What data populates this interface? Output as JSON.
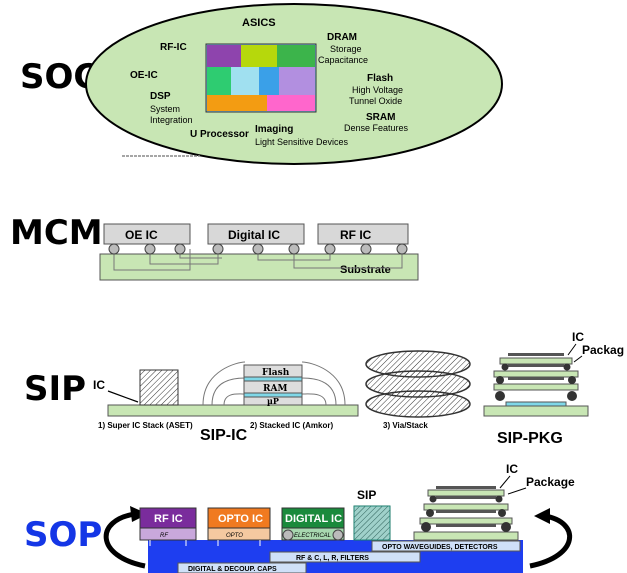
{
  "rows": {
    "soc": {
      "title": "SOC",
      "labels": {
        "asics": "ASICS",
        "rf_ic": "RF-IC",
        "dram": "DRAM",
        "dram_sub1": "Storage",
        "dram_sub2": "Capacitance",
        "oe_ic": "OE-IC",
        "flash": "Flash",
        "flash_sub1": "High Voltage",
        "flash_sub2": "Tunnel Oxide",
        "dsp": "DSP",
        "dsp_sub1": "System",
        "dsp_sub2": "Integration",
        "sram": "SRAM",
        "sram_sub": "Dense Features",
        "u_processor": "U Processor",
        "imaging": "Imaging",
        "imaging_sub": "Light Sensitive Devices"
      }
    },
    "mcm": {
      "title": "MCM",
      "chips": [
        "OE IC",
        "Digital IC",
        "RF IC"
      ],
      "substrate": "Substrate"
    },
    "sip": {
      "title": "SIP",
      "ic_label": "IC",
      "stack_labels": {
        "flash": "Flash",
        "ram": "RAM",
        "up": "µP"
      },
      "captions": [
        "1) Super IC Stack (ASET)",
        "2) Stacked IC (Amkor)",
        "3) Via/Stack"
      ],
      "group1": "SIP-IC",
      "group2": "SIP-PKG",
      "pkg_ic": "IC",
      "pkg_label": "Packag"
    },
    "sop": {
      "title": "SOP",
      "chips": [
        "RF IC",
        "OPTO IC",
        "DIGITAL IC"
      ],
      "chip_sub": [
        "RF",
        "OPTO",
        "ELECTRICAL"
      ],
      "sip_label": "SIP",
      "ic_label": "IC",
      "package_label": "Package",
      "layers": [
        "OPTO WAVEGUIDES, DETECTORS",
        "RF & C, L, R, FILTERS",
        "DIGITAL & DECOUP. CAPS"
      ]
    }
  }
}
